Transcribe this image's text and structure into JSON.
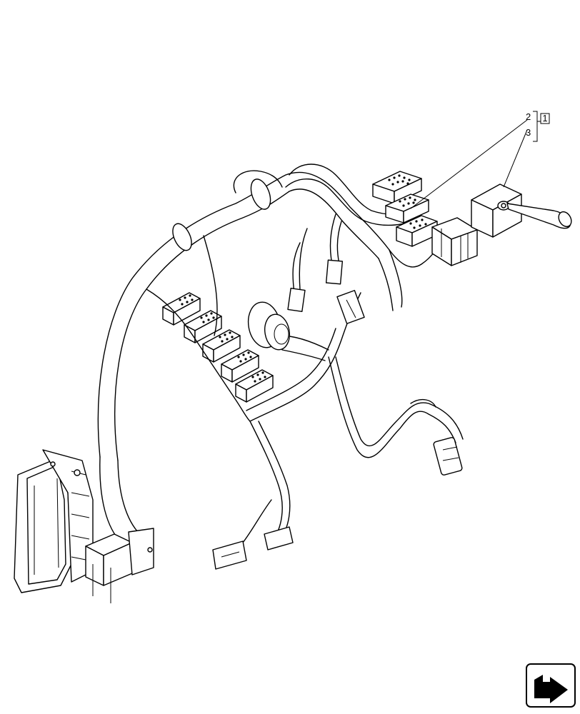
{
  "diagram": {
    "callouts": {
      "item_2": "2",
      "item_3": "3",
      "group_ref": "1"
    },
    "nav_icon": "return-arrow-icon"
  }
}
